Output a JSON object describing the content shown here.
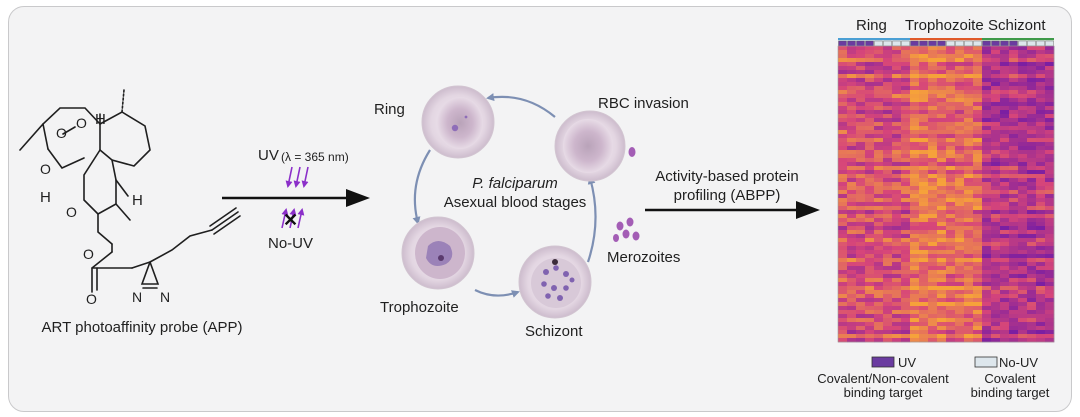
{
  "probe": {
    "caption": "ART photoaffinity probe (APP)",
    "atoms": {
      "h_top": "H",
      "h_left": "H",
      "h_right": "H",
      "o": "O",
      "n": "N"
    }
  },
  "uv": {
    "label": "UV",
    "wavelength": "(λ = 365 nm)",
    "no_uv": "No-UV",
    "cross": "✕",
    "arrow_color": "#8b2fc9"
  },
  "cycle": {
    "center_line1": "P. falciparum",
    "center_line2": "Asexual blood stages",
    "stages": {
      "ring": "Ring",
      "rbc": "RBC invasion",
      "merozoites": "Merozoites",
      "schizont": "Schizont",
      "trophozoite": "Trophozoite"
    },
    "cell_color": "#ddd2dd",
    "parasite_color": "#8e6db8"
  },
  "abpp": {
    "line1": "Activity-based protein",
    "line2": "profiling (ABPP)"
  },
  "heatmap": {
    "groups": [
      "Ring",
      "Trophozoite",
      "Schizont"
    ],
    "group_colors": [
      "#4a9fd4",
      "#e05a2a",
      "#3f9a4a"
    ],
    "condition_pattern": [
      "UV",
      "UV",
      "UV",
      "UV",
      "No-UV",
      "No-UV",
      "No-UV",
      "No-UV",
      "UV",
      "UV",
      "UV",
      "UV",
      "No-UV",
      "No-UV",
      "No-UV",
      "No-UV",
      "UV",
      "UV",
      "UV",
      "UV",
      "No-UV",
      "No-UV",
      "No-UV",
      "No-UV"
    ],
    "colors": {
      "uv": "#6a3ba0",
      "no_uv": "#dde6ec",
      "low": "#7b1fa2",
      "mid": "#d6457a",
      "high": "#f6a23a"
    },
    "legend": {
      "uv_label": "UV",
      "no_uv_label": "No-UV",
      "uv_caption_1": "Covalent/Non-covalent",
      "uv_caption_2": "binding target",
      "no_uv_caption_1": "Covalent",
      "no_uv_caption_2": "binding target"
    }
  }
}
